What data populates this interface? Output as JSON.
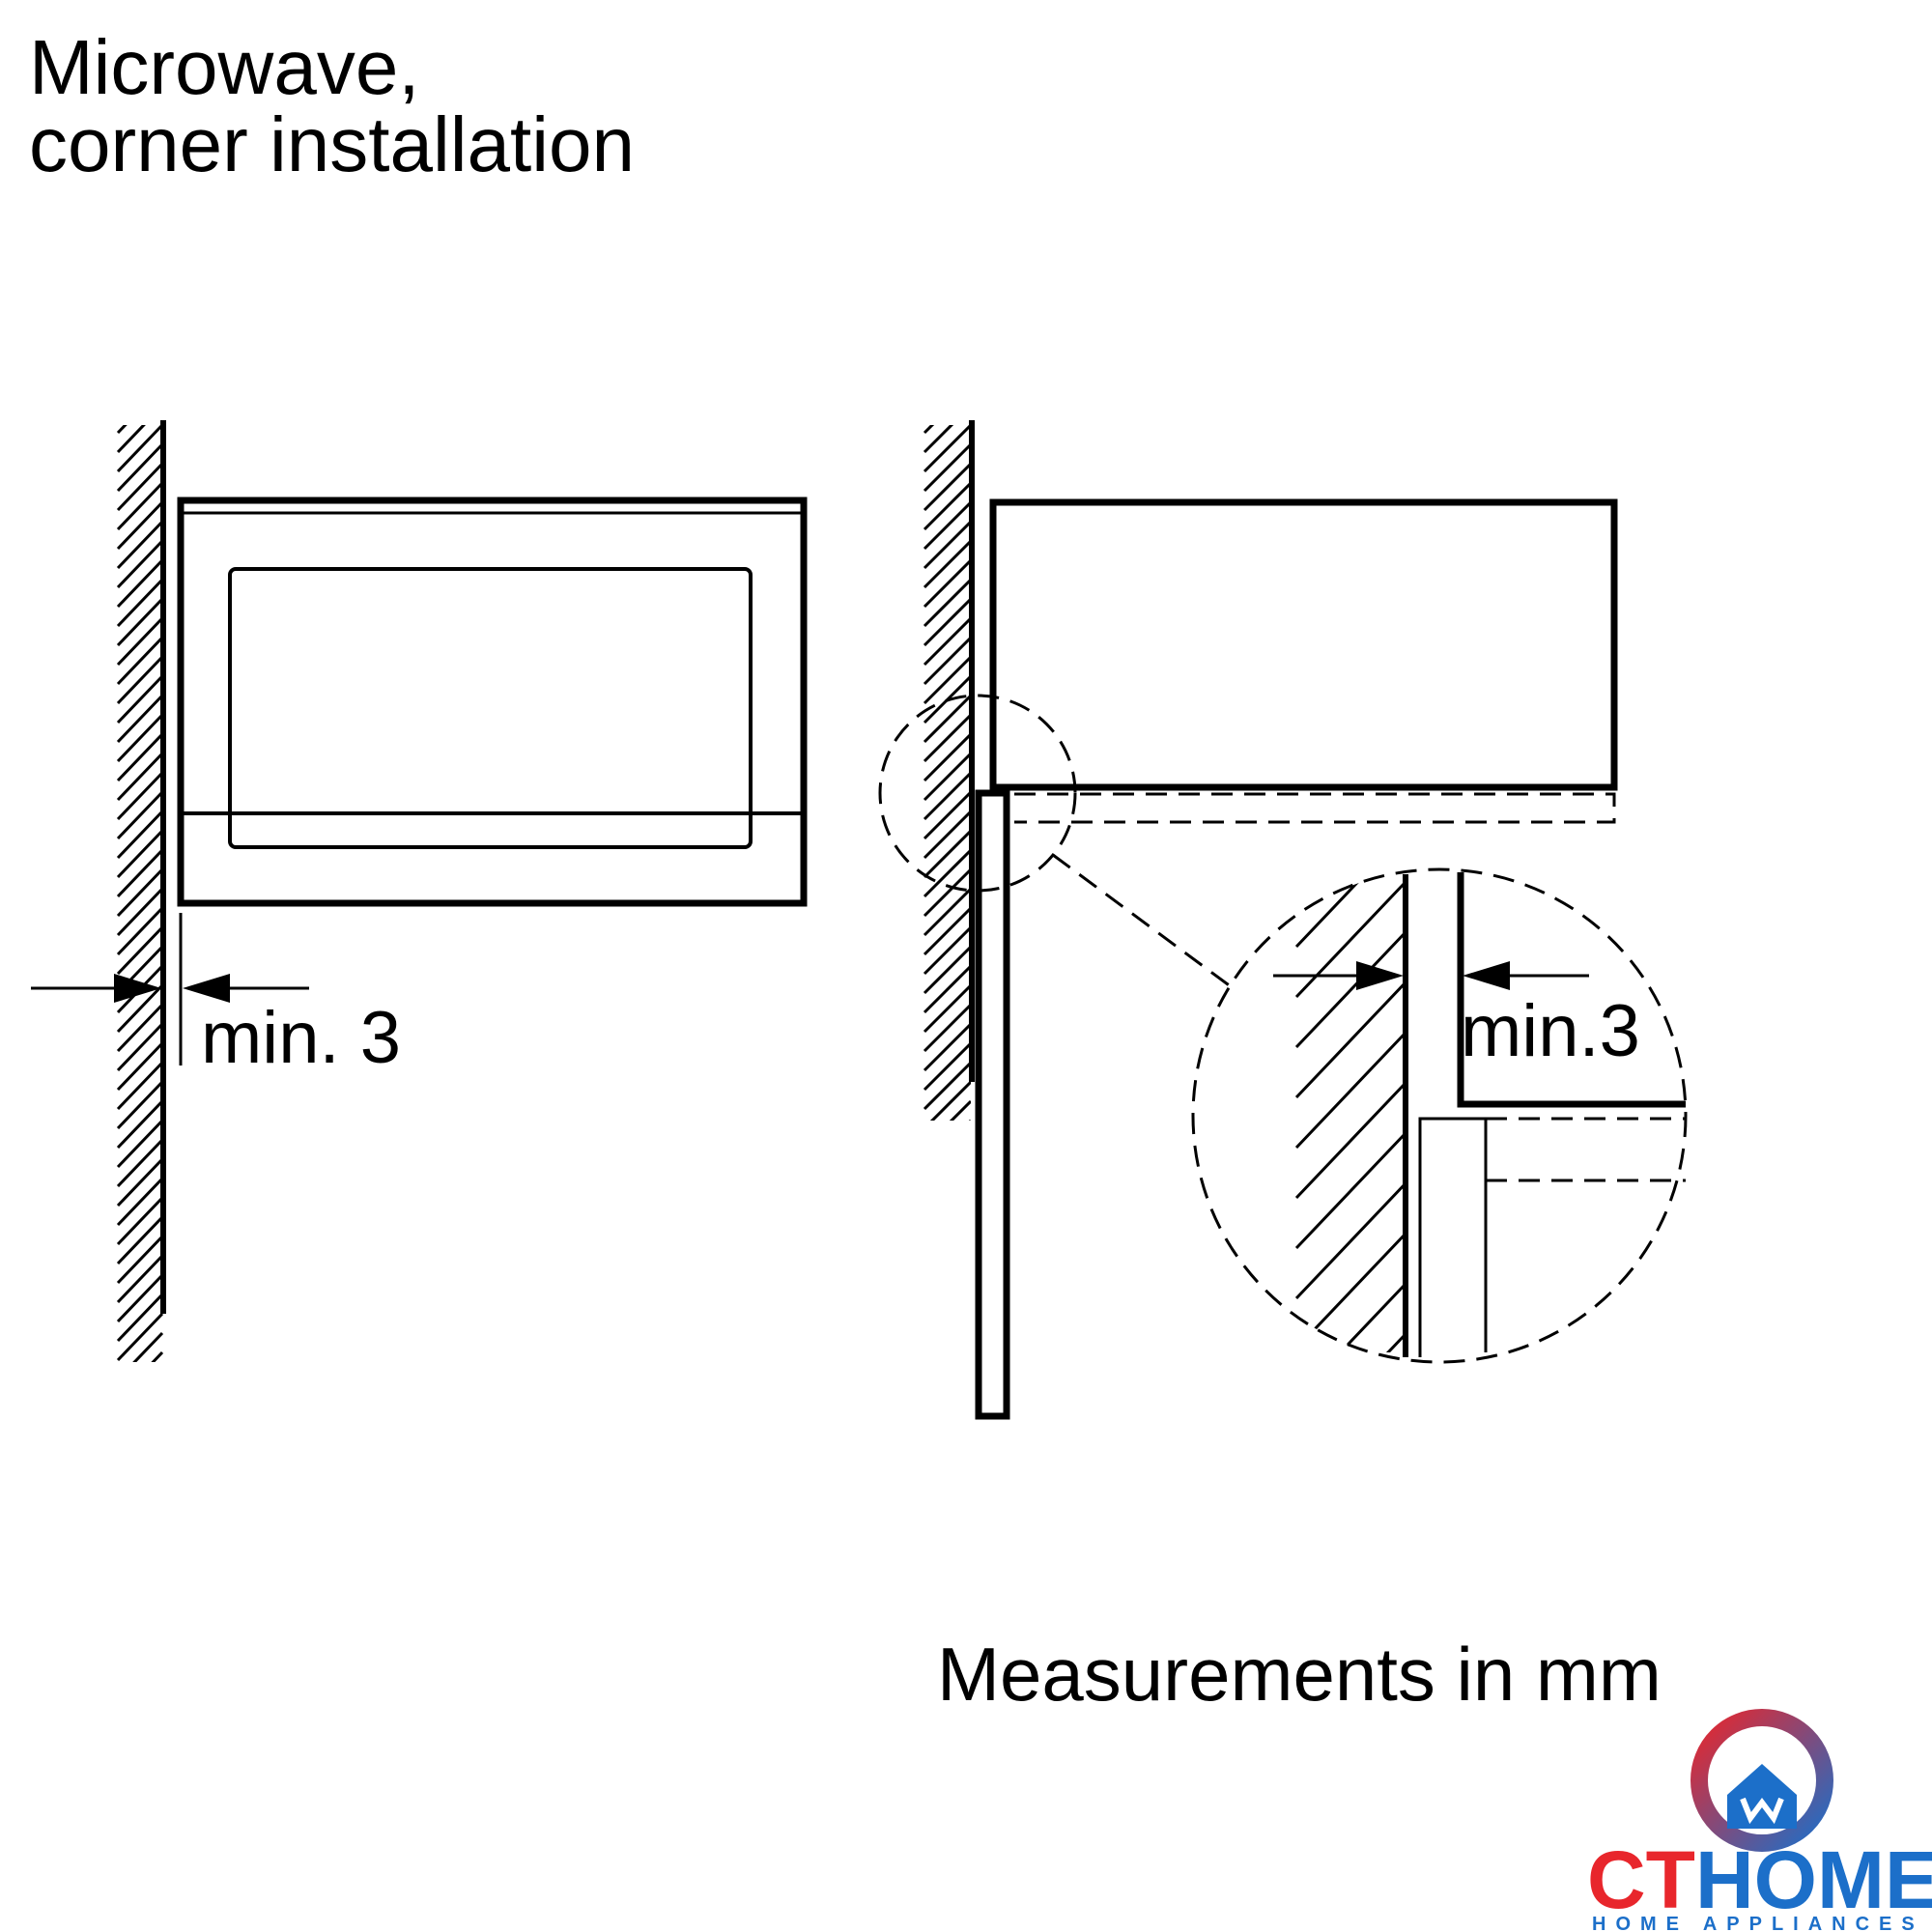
{
  "title": [
    "Microwave,",
    "corner installation"
  ],
  "dimensions": {
    "left_gap": "min. 3",
    "detail_gap": "min.3"
  },
  "footer_note": "Measurements in mm",
  "logo": {
    "brand_part1": "CT",
    "brand_part2": "HOME",
    "tagline": "HOME APPLIANCES",
    "color_red": "#e8262c",
    "color_blue": "#1c6fc9"
  },
  "icons": [
    "house-logo-icon",
    "arrow-right-icon",
    "arrow-left-icon"
  ]
}
